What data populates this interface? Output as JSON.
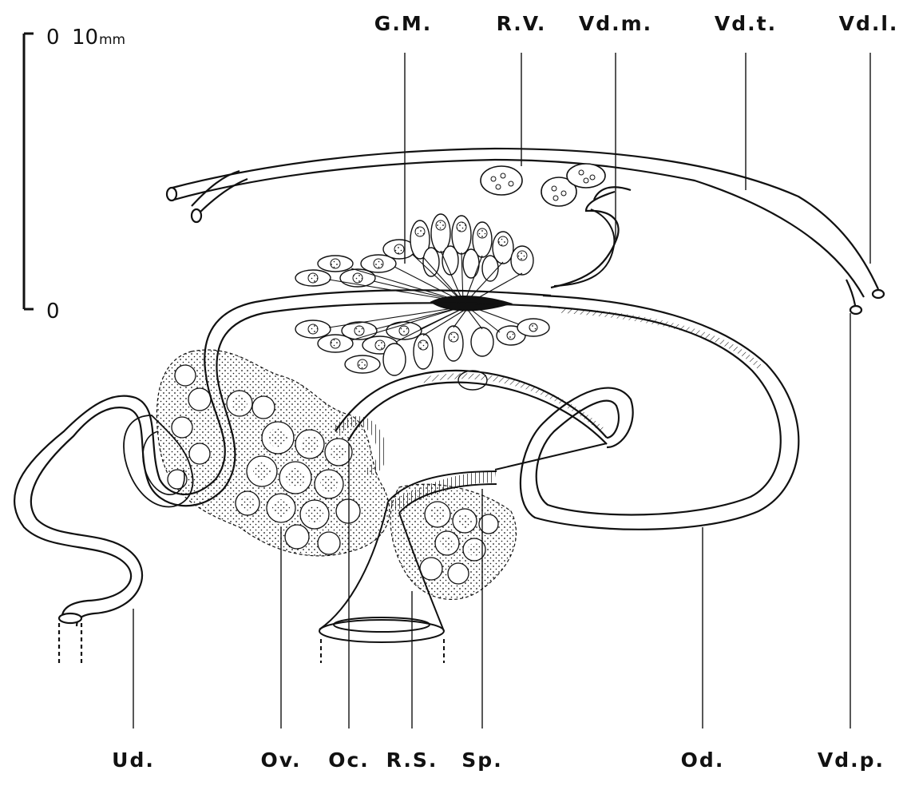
{
  "scale": {
    "top_value": "0",
    "top_unit_value": "10",
    "top_unit": "mm",
    "bottom_value": "0"
  },
  "labels": {
    "gm": "G.M.",
    "rv": "R.V.",
    "vdm": "Vd.m.",
    "vdt": "Vd.t.",
    "vdl": "Vd.l.",
    "ud": "Ud.",
    "ov": "Ov.",
    "oc": "Oc.",
    "rs": "R.S.",
    "sp": "Sp.",
    "od": "Od.",
    "vdp": "Vd.p."
  },
  "colors": {
    "ink": "#111111",
    "paper": "#ffffff"
  }
}
